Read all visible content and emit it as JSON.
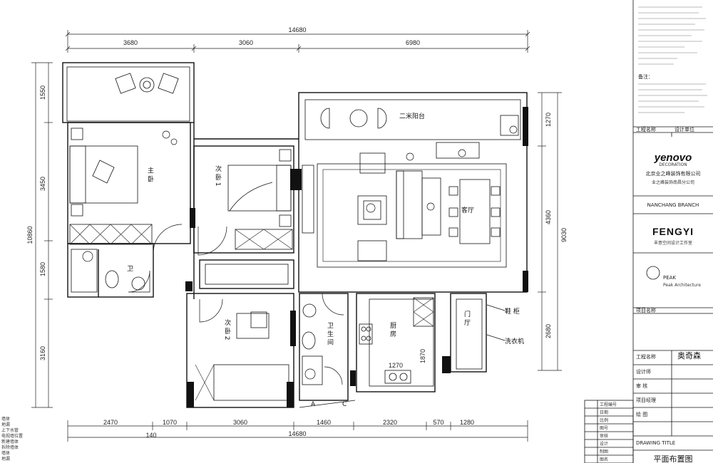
{
  "dims_top": [
    "14680",
    "3680",
    "3060",
    "6980"
  ],
  "dims_bottom": [
    "2470",
    "1070",
    "3060",
    "1460",
    "2320",
    "570",
    "1280",
    "140",
    "14680"
  ],
  "dims_left": [
    "1550",
    "3450",
    "10860",
    "1580",
    "3160"
  ],
  "dims_right": [
    "1270",
    "4360",
    "9030",
    "2680"
  ],
  "dims_inner": [
    "1270",
    "1870"
  ],
  "rooms": {
    "balcony": "二米阳台",
    "master": "主 卧",
    "second": "次 卧 1",
    "third": "次 卧 2",
    "living": "客厅",
    "bath1": "卫",
    "bath2": "卫 生 间",
    "kitchen": "厨 房",
    "entry": "门 厅",
    "shoe": "鞋 柜",
    "wash": "洗衣机"
  },
  "door_marks": [
    "A",
    "C"
  ],
  "legend_bottom_left": [
    "墙体",
    "地漏",
    "上下水管",
    "电视墙位置",
    "新建墙体",
    "拆除墙体",
    "墙体",
    "地漏"
  ],
  "title_block": {
    "notes_top": "Drawing notes and specifications",
    "note_label": "备注：",
    "company_label_a": "工程名称",
    "company_label_b": "设计单位",
    "logo1_text": "yenovo",
    "logo1_sub": "DECORATION",
    "company_cn": "北京业之峰装饰有限公司",
    "company_sub": "业之峰装饰南昌分公司",
    "branch_en": "NANCHANG BRANCH",
    "logo2_text": "FENGYI",
    "logo2_sub": "丰意空间设计工作室",
    "logo3_text": "PEAK",
    "logo3_sub": "Peak Architecture",
    "row_a": "项目名称",
    "row_b": "工程名称",
    "project_name": "奥奇森",
    "rows": [
      "设计师",
      "审 核",
      "项目经理",
      "绘 图"
    ],
    "drawing_no_label": "DRAWING TITLE",
    "drawing_title": "平面布置图"
  },
  "side_legend": [
    "工程编号",
    "日期",
    "比例",
    "图号",
    "审核",
    "设计",
    "制图",
    "图名"
  ]
}
